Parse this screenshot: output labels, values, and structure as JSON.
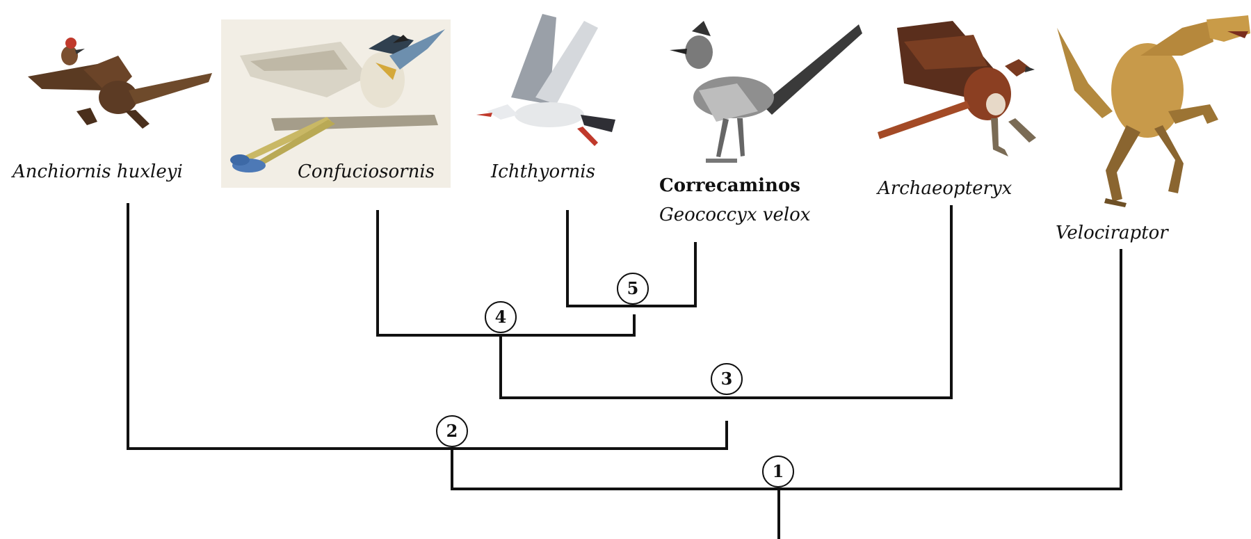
{
  "taxa": {
    "anchiornis": "Anchiornis huxleyi",
    "confuciusornis": "Confuciosornis",
    "ichthyornis": "Ichthyornis",
    "roadrunner_common": "Correcaminos",
    "roadrunner_scientific": "Geococcyx velox",
    "archaeopteryx": "Archaeopteryx",
    "velociraptor": "Velociraptor"
  },
  "nodes": [
    "1",
    "2",
    "3",
    "4",
    "5"
  ],
  "illustrations": [
    "anchiornis-illustration",
    "confuciusornis-illustration",
    "ichthyornis-illustration",
    "roadrunner-illustration",
    "archaeopteryx-illustration",
    "velociraptor-illustration"
  ],
  "colors": {
    "line": "#111111",
    "background": "#ffffff"
  }
}
